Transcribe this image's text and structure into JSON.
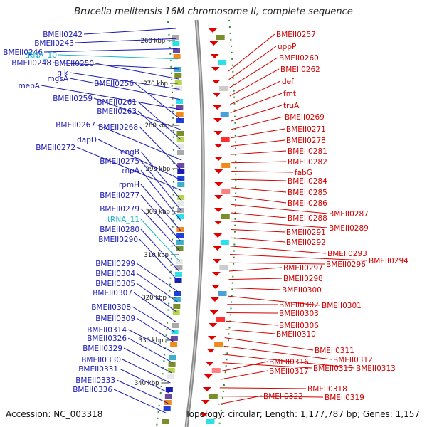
{
  "title": "Brucella melitensis 16M chromosome II, complete sequence",
  "footer": {
    "accession": "Accession: NC_003318",
    "stats": "Topology: circular; Length: 1,177,787 bp; Genes: 1,157"
  },
  "ticks": [
    "260 kbp",
    "270 kbp",
    "280 kbp",
    "290 kbp",
    "300 kbp",
    "310 kbp",
    "320 kbp",
    "330 kbp",
    "340 kbp"
  ],
  "left_labels": [
    {
      "text": "BMEII0242",
      "color": "#1a1ab4"
    },
    {
      "text": "BMEII0243",
      "color": "#1a1ab4"
    },
    {
      "text": "BMEII0246",
      "color": "#1a1ab4"
    },
    {
      "text": "tRNA_10",
      "color": "#19b5c8"
    },
    {
      "text": "BMEII0248",
      "color": "#1a1ab4"
    },
    {
      "text": "BMEII0250",
      "color": "#1a1ab4"
    },
    {
      "text": "glk",
      "color": "#1a1ab4"
    },
    {
      "text": "mgsA",
      "color": "#1a1ab4"
    },
    {
      "text": "mepA",
      "color": "#1a1ab4"
    },
    {
      "text": "BMEII0256",
      "color": "#1a1ab4"
    },
    {
      "text": "BMEII0259",
      "color": "#1a1ab4"
    },
    {
      "text": "BMEII0261",
      "color": "#1a1ab4"
    },
    {
      "text": "BMEII0263",
      "color": "#1a1ab4"
    },
    {
      "text": "BMEII0267",
      "color": "#1a1ab4"
    },
    {
      "text": "BMEII0268",
      "color": "#1a1ab4"
    },
    {
      "text": "dapD",
      "color": "#1a1ab4"
    },
    {
      "text": "BMEII0272",
      "color": "#1a1ab4"
    },
    {
      "text": "engB",
      "color": "#1a1ab4"
    },
    {
      "text": "BMEII0275",
      "color": "#1a1ab4"
    },
    {
      "text": "rnpA",
      "color": "#1a1ab4"
    },
    {
      "text": "rpmH",
      "color": "#1a1ab4"
    },
    {
      "text": "BMEII0277",
      "color": "#1a1ab4"
    },
    {
      "text": "BMEII0279",
      "color": "#1a1ab4"
    },
    {
      "text": "tRNA_11",
      "color": "#19b5c8"
    },
    {
      "text": "BMEII0280",
      "color": "#1a1ab4"
    },
    {
      "text": "BMEII0290",
      "color": "#1a1ab4"
    },
    {
      "text": "BMEII0299",
      "color": "#1a1ab4"
    },
    {
      "text": "BMEII0304",
      "color": "#1a1ab4"
    },
    {
      "text": "BMEII0305",
      "color": "#1a1ab4"
    },
    {
      "text": "BMEII0307",
      "color": "#1a1ab4"
    },
    {
      "text": "BMEII0308",
      "color": "#1a1ab4"
    },
    {
      "text": "BMEII0309",
      "color": "#1a1ab4"
    },
    {
      "text": "BMEII0314",
      "color": "#1a1ab4"
    },
    {
      "text": "BMEII0326",
      "color": "#1a1ab4"
    },
    {
      "text": "BMEII0329",
      "color": "#1a1ab4"
    },
    {
      "text": "BMEII0330",
      "color": "#1a1ab4"
    },
    {
      "text": "BMEII0331",
      "color": "#1a1ab4"
    },
    {
      "text": "BMEII0333",
      "color": "#1a1ab4"
    },
    {
      "text": "BMEII0336",
      "color": "#1a1ab4"
    }
  ],
  "right_labels": [
    {
      "text": "BMEII0257"
    },
    {
      "text": "uppP"
    },
    {
      "text": "BMEII0260"
    },
    {
      "text": "BMEII0262"
    },
    {
      "text": "def"
    },
    {
      "text": "fmt"
    },
    {
      "text": "truA"
    },
    {
      "text": "BMEII0269"
    },
    {
      "text": "BMEII0271"
    },
    {
      "text": "BMEII0278"
    },
    {
      "text": "BMEII0281"
    },
    {
      "text": "BMEII0282"
    },
    {
      "text": "fabG"
    },
    {
      "text": "BMEII0284"
    },
    {
      "text": "BMEII0285"
    },
    {
      "text": "BMEII0286"
    },
    {
      "text": "BMEII0287"
    },
    {
      "text": "BMEII0288"
    },
    {
      "text": "BMEII0289"
    },
    {
      "text": "BMEII0291"
    },
    {
      "text": "BMEII0292"
    },
    {
      "text": "BMEII0293"
    },
    {
      "text": "BMEII0294"
    },
    {
      "text": "BMEII0296"
    },
    {
      "text": "BMEII0297"
    },
    {
      "text": "BMEII0298"
    },
    {
      "text": "BMEII0300"
    },
    {
      "text": "BMEII0301"
    },
    {
      "text": "BMEII0302"
    },
    {
      "text": "BMEII0303"
    },
    {
      "text": "BMEII0306"
    },
    {
      "text": "BMEII0310"
    },
    {
      "text": "BMEII0311"
    },
    {
      "text": "BMEII0312"
    },
    {
      "text": "BMEII0313"
    },
    {
      "text": "BMEII0315"
    },
    {
      "text": "BMEII0316"
    },
    {
      "text": "BMEII0317"
    },
    {
      "text": "BMEII0318"
    },
    {
      "text": "BMEII0319"
    },
    {
      "text": "BMEII0322"
    }
  ],
  "colors": {
    "forward_strand": "#1a1ab4",
    "reverse_strand": "#d40000",
    "trna": "#19b5c8",
    "backbone": "#8a8a8a",
    "gc_dots": "#2e8b2e"
  }
}
